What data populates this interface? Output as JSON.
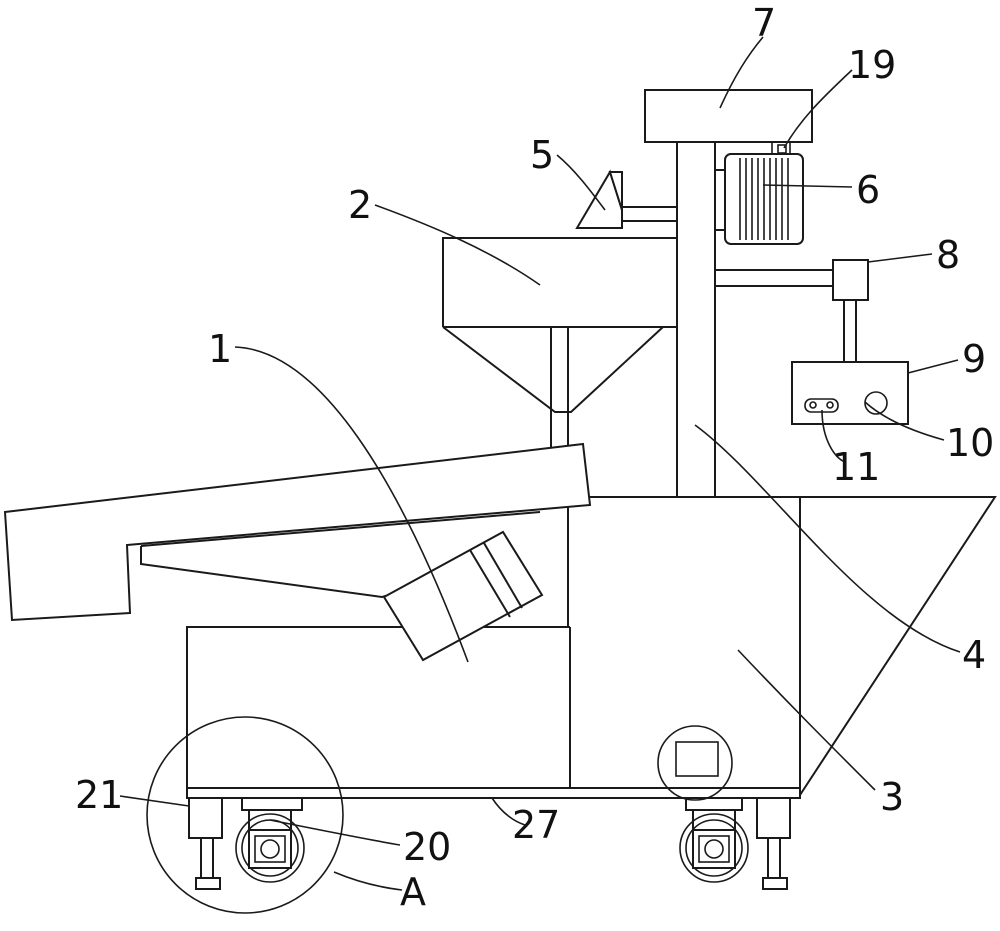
{
  "labels": {
    "l1": "1",
    "l2": "2",
    "l3": "3",
    "l4": "4",
    "l5": "5",
    "l6": "6",
    "l7": "7",
    "l8": "8",
    "l9": "9",
    "l10": "10",
    "l11": "11",
    "l19": "19",
    "l20": "20",
    "l21": "21",
    "l27": "27",
    "lA": "A"
  }
}
